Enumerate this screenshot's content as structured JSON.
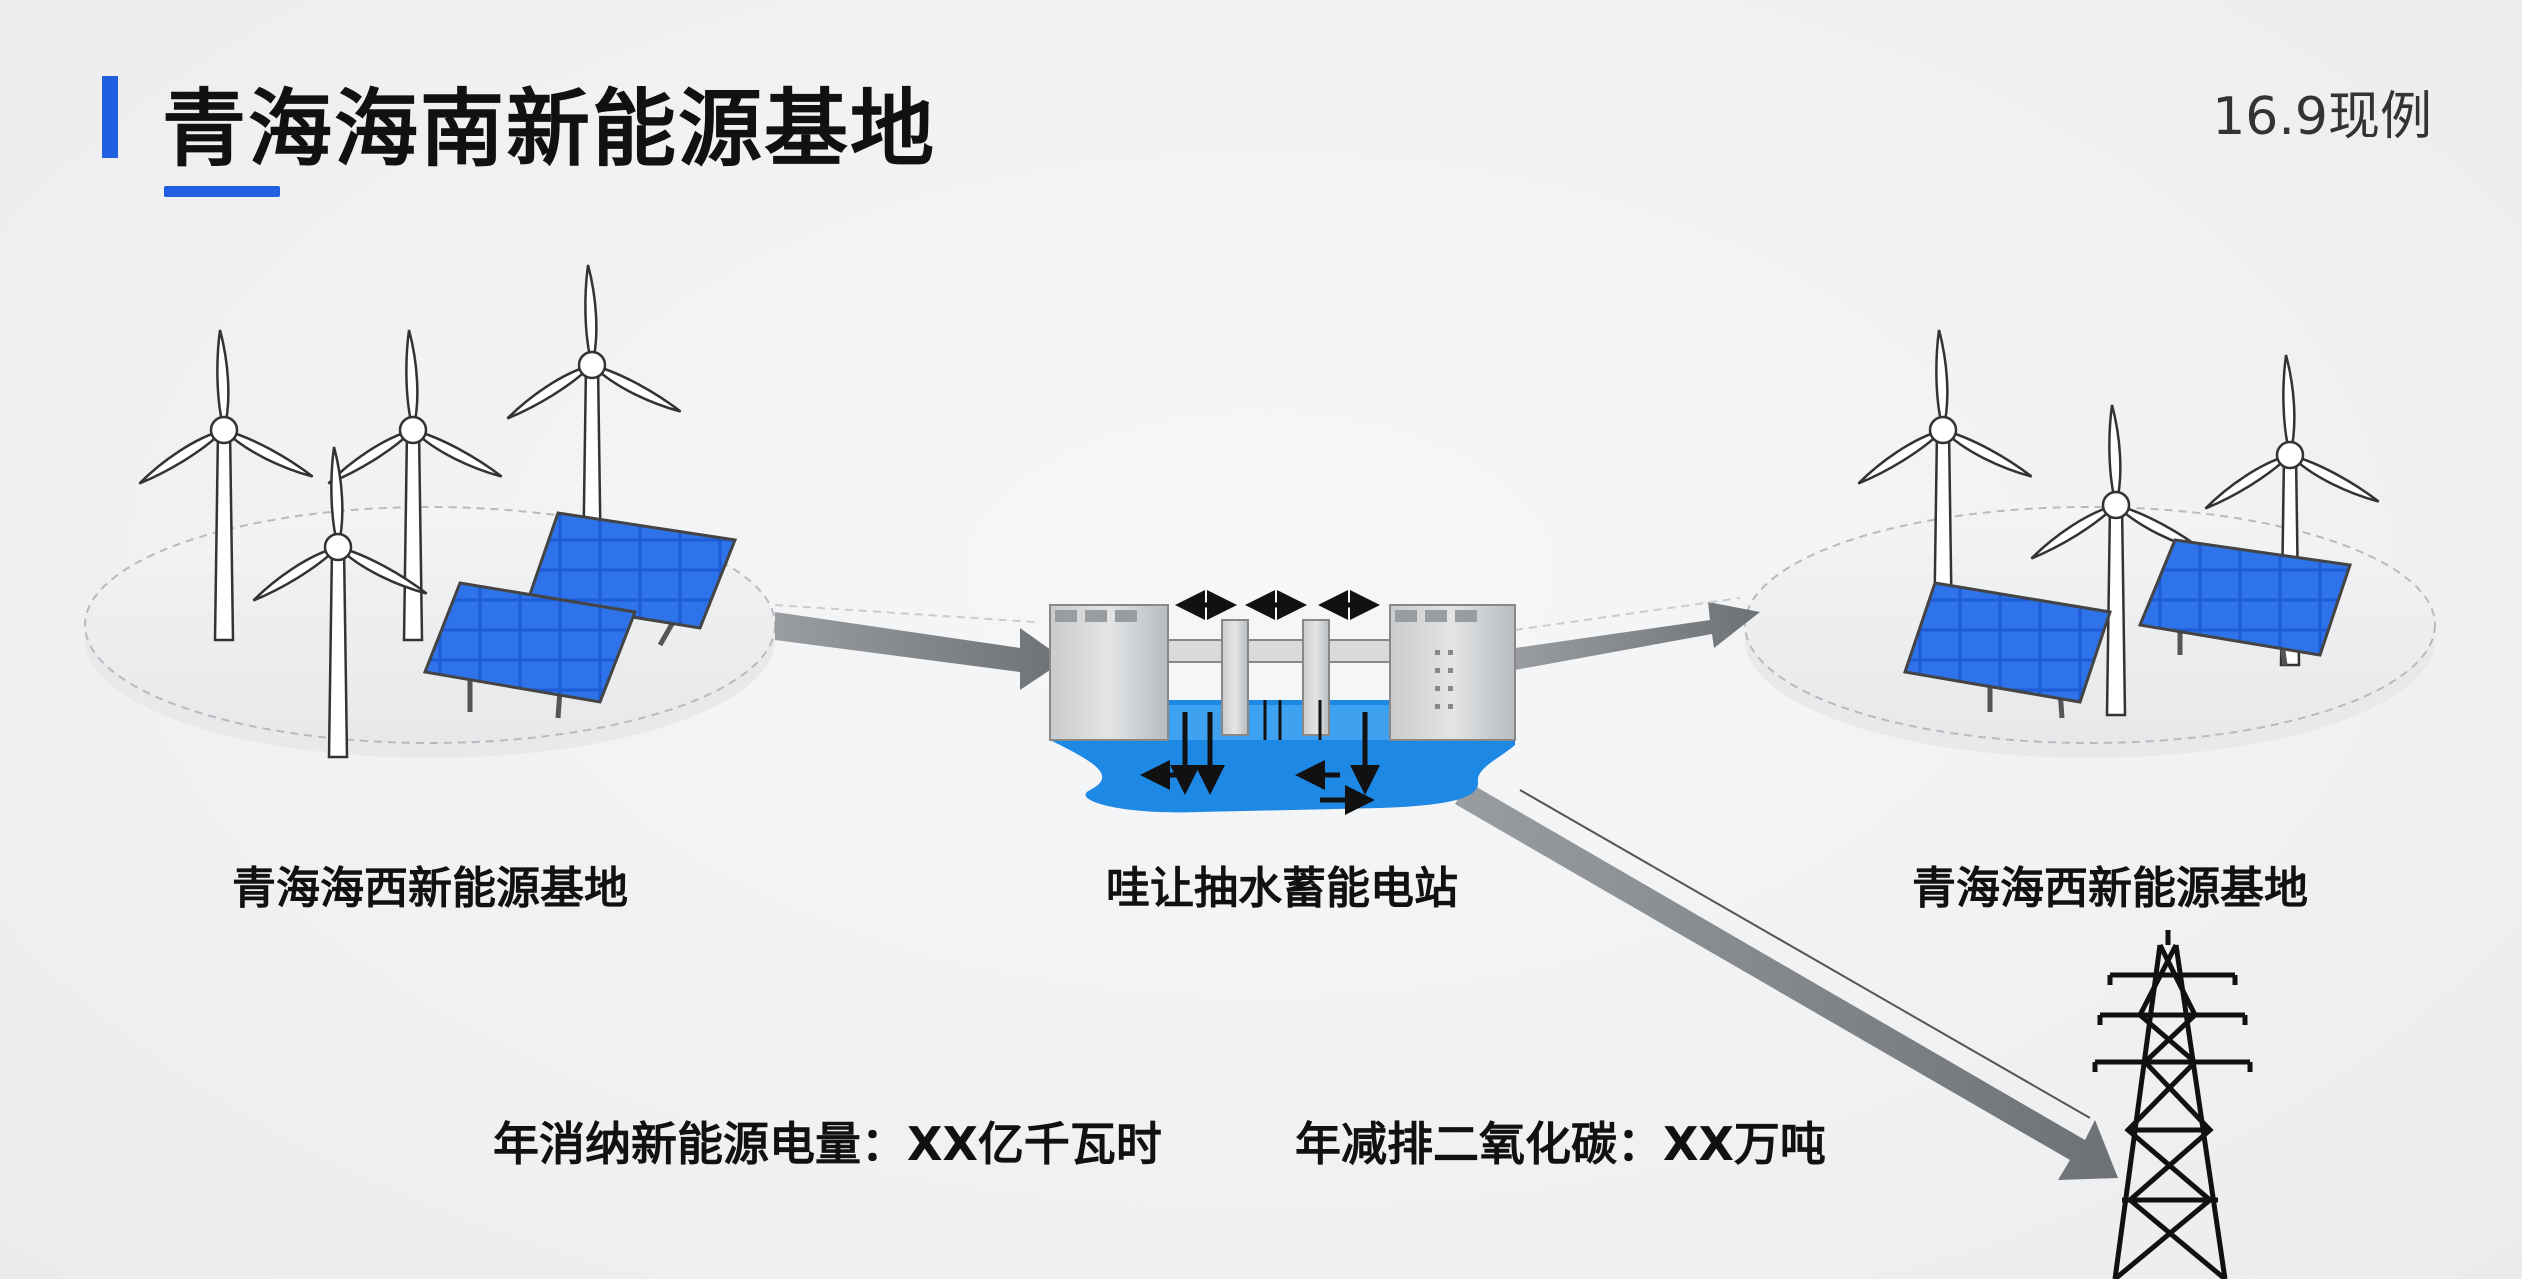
{
  "title": "青海海南新能源基地",
  "subtitle": "16.9现例",
  "nodes": {
    "left_base": "青海海西新能源基地",
    "station": "哇让抽水蓄能电站",
    "right_base": "青海海西新能源基地"
  },
  "stats": {
    "energy": "年消纳新能源电量：XX亿千瓦时",
    "carbon": "年减排二氧化碳：XX万吨"
  },
  "colors": {
    "accent": "#1f5fe0",
    "water": "#1e88e5",
    "panel": "#1e5bd6",
    "arrow": "#7a7d80"
  }
}
